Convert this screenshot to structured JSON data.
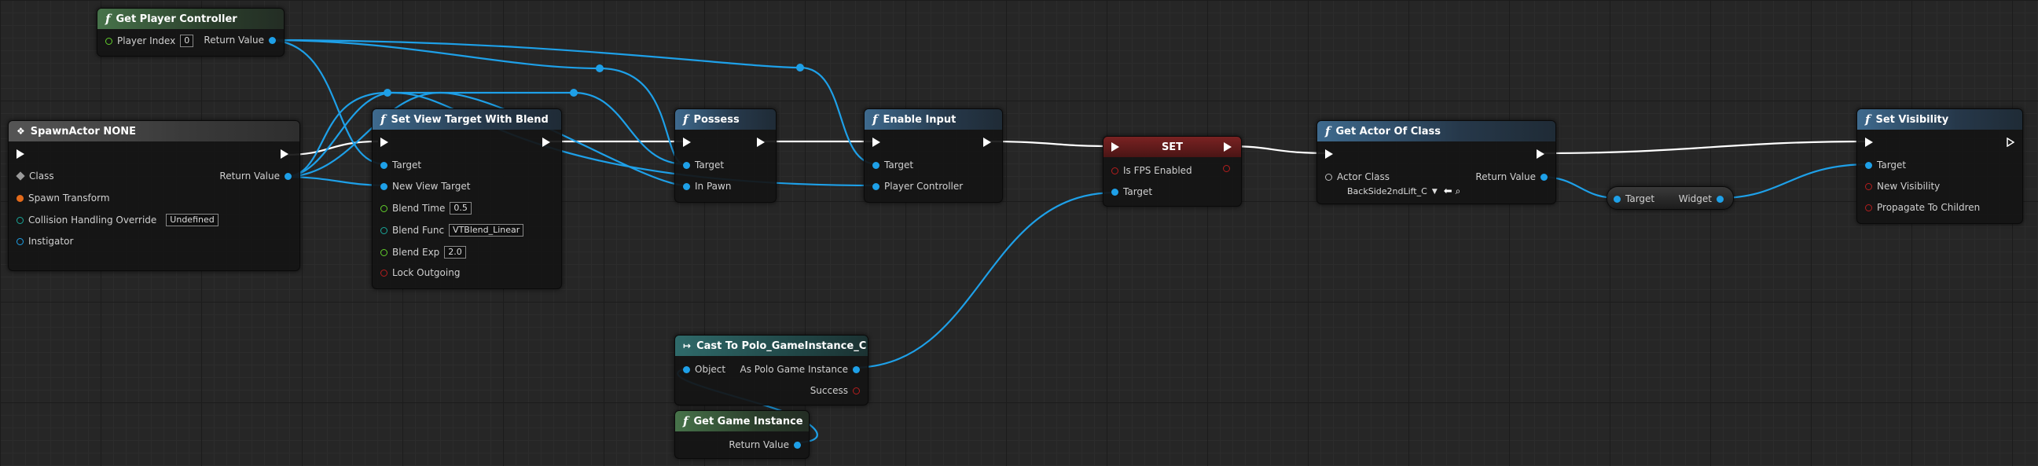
{
  "nodes": {
    "get_player_controller": {
      "title": "Get Player Controller",
      "player_index_label": "Player Index",
      "player_index_value": "0",
      "return_label": "Return Value"
    },
    "spawn_actor": {
      "title": "SpawnActor NONE",
      "class_label": "Class",
      "return_label": "Return Value",
      "spawn_transform_label": "Spawn Transform",
      "collision_label": "Collision Handling Override",
      "collision_value": "Undefined",
      "instigator_label": "Instigator"
    },
    "set_view_target": {
      "title": "Set View Target With Blend",
      "target_label": "Target",
      "new_view_target_label": "New View Target",
      "blend_time_label": "Blend Time",
      "blend_time_value": "0.5",
      "blend_func_label": "Blend Func",
      "blend_func_value": "VTBlend_Linear",
      "blend_exp_label": "Blend Exp",
      "blend_exp_value": "2.0",
      "lock_outgoing_label": "Lock Outgoing"
    },
    "possess": {
      "title": "Possess",
      "target_label": "Target",
      "in_pawn_label": "In Pawn"
    },
    "enable_input": {
      "title": "Enable Input",
      "target_label": "Target",
      "player_controller_label": "Player Controller"
    },
    "set": {
      "title": "SET",
      "is_fps_label": "Is FPS Enabled",
      "target_label": "Target"
    },
    "get_actor_of_class": {
      "title": "Get Actor Of Class",
      "actor_class_label": "Actor Class",
      "actor_class_value": "BackSide2ndLift_C",
      "return_label": "Return Value"
    },
    "widget_getter": {
      "target_label": "Target",
      "widget_label": "Widget"
    },
    "set_visibility": {
      "title": "Set Visibility",
      "target_label": "Target",
      "new_visibility_label": "New Visibility",
      "propagate_label": "Propagate To Children"
    },
    "cast_to": {
      "title": "Cast To Polo_GameInstance_C",
      "object_label": "Object",
      "as_label": "As Polo Game Instance",
      "success_label": "Success"
    },
    "get_game_instance": {
      "title": "Get Game Instance",
      "return_label": "Return Value"
    }
  },
  "icons": {
    "function": "f",
    "cast": "↦"
  },
  "colors": {
    "exec_wire": "#ffffff",
    "object_wire": "#1ea0e8",
    "bool_pin": "#b41e1e",
    "float_pin": "#62cf2c",
    "struct_pin": "#e36a1a",
    "enum_pin": "#1aa89a",
    "class_pin": "#9a9a9a"
  }
}
